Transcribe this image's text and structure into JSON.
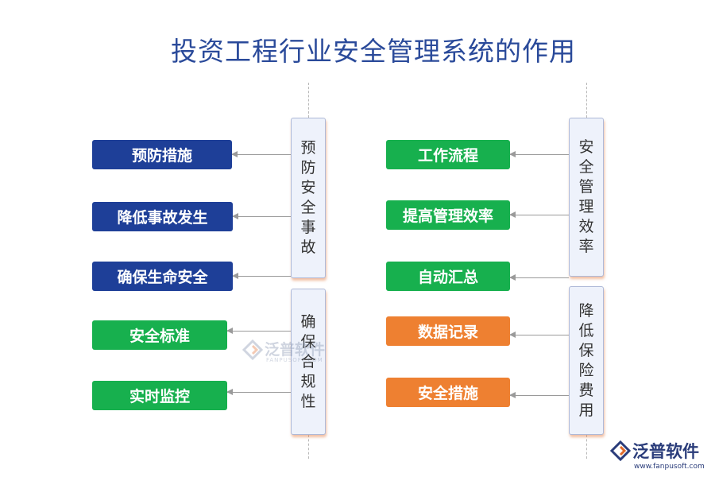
{
  "title": "投资工程行业安全管理系统的作用",
  "groups": [
    {
      "label": "预防安全事故",
      "items": [
        "预防措施",
        "降低事故发生",
        "确保生命安全"
      ]
    },
    {
      "label": "确保合规性",
      "items": [
        "安全标准",
        "实时监控"
      ]
    },
    {
      "label": "安全管理效率",
      "items": [
        "工作流程",
        "提高管理效率",
        "自动汇总"
      ]
    },
    {
      "label": "降低保险费用",
      "items": [
        "数据记录",
        "安全措施"
      ]
    }
  ],
  "colors": {
    "blue": "#1e3f98",
    "green": "#17b04e",
    "orange": "#ee8031"
  },
  "watermark": {
    "name": "泛普软件",
    "sub": "FANPUSOFT.COM"
  },
  "logo": {
    "name": "泛普软件",
    "url": "www.fanpusoft.com"
  }
}
